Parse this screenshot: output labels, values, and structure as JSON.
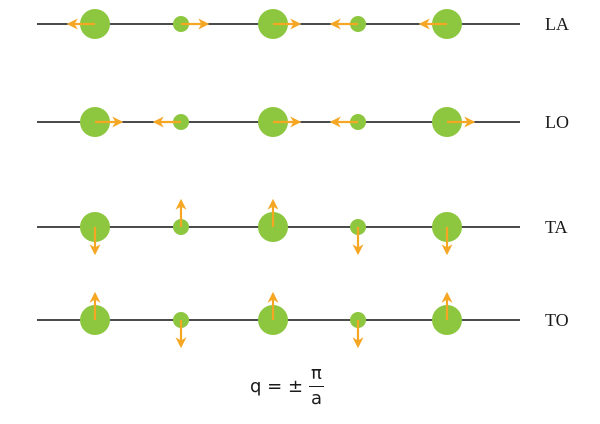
{
  "rows": [
    {
      "label": "LA",
      "atoms": [
        {
          "size": "large",
          "arrow": "left"
        },
        {
          "size": "small",
          "arrow": "right"
        },
        {
          "size": "large",
          "arrow": "right"
        },
        {
          "size": "small",
          "arrow": "left"
        },
        {
          "size": "large",
          "arrow": "left"
        }
      ]
    },
    {
      "label": "LO",
      "atoms": [
        {
          "size": "large",
          "arrow": "right"
        },
        {
          "size": "small",
          "arrow": "left"
        },
        {
          "size": "large",
          "arrow": "right"
        },
        {
          "size": "small",
          "arrow": "left"
        },
        {
          "size": "large",
          "arrow": "right"
        }
      ]
    },
    {
      "label": "TA",
      "atoms": [
        {
          "size": "large",
          "arrow": "down"
        },
        {
          "size": "small",
          "arrow": "up"
        },
        {
          "size": "large",
          "arrow": "up"
        },
        {
          "size": "small",
          "arrow": "down"
        },
        {
          "size": "large",
          "arrow": "down"
        }
      ]
    },
    {
      "label": "TO",
      "atoms": [
        {
          "size": "large",
          "arrow": "up"
        },
        {
          "size": "small",
          "arrow": "down"
        },
        {
          "size": "large",
          "arrow": "up"
        },
        {
          "size": "small",
          "arrow": "down"
        },
        {
          "size": "large",
          "arrow": "up"
        }
      ]
    }
  ],
  "formula": {
    "lhs": "q = ±",
    "numerator": "π",
    "denominator": "a"
  },
  "colors": {
    "atom": "#8dc63f",
    "arrow": "#f5a623",
    "line": "#111111"
  }
}
